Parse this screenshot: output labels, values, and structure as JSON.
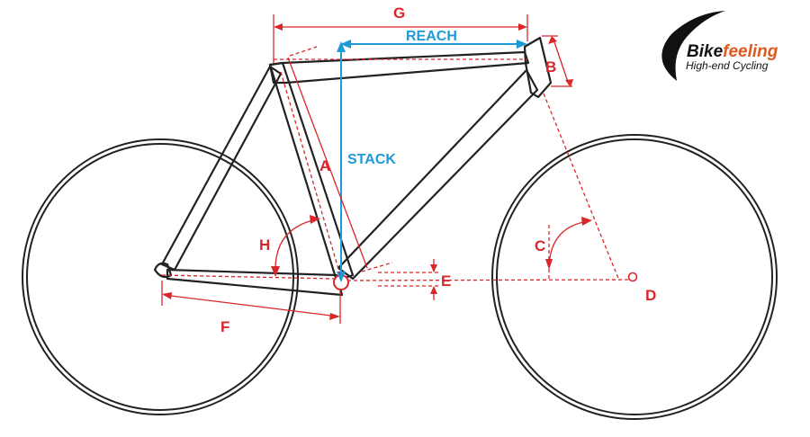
{
  "labels": {
    "a": "A",
    "b": "B",
    "c": "C",
    "d": "D",
    "e": "E",
    "f": "F",
    "g": "G",
    "h": "H",
    "reach": "REACH",
    "stack": "STACK"
  },
  "logo": {
    "brand_dark": "Bike",
    "brand_accent": "feeling",
    "tagline": "High-end Cycling"
  },
  "colors": {
    "dimension": "#d9262b",
    "reach_stack": "#1e9ad6",
    "frame": "#222222",
    "logo_accent": "#e2571e"
  }
}
